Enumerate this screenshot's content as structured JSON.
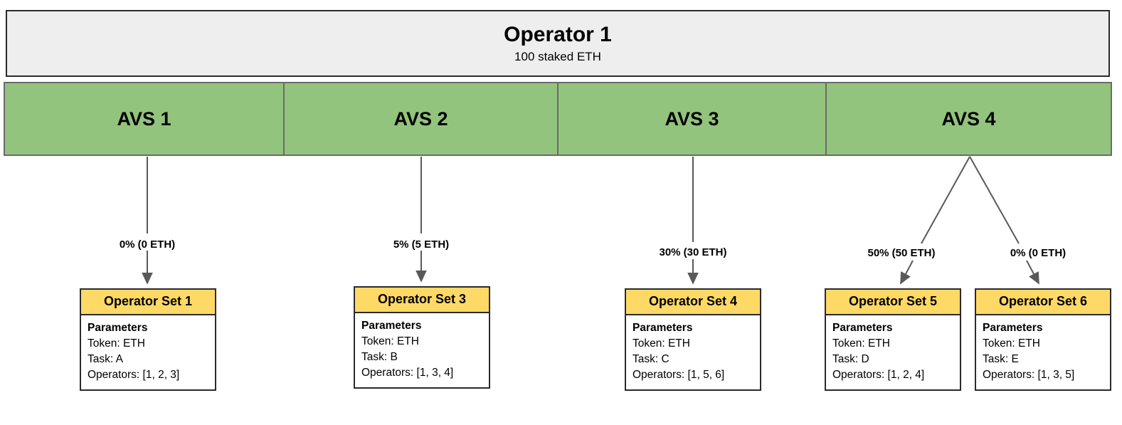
{
  "operator": {
    "title": "Operator 1",
    "subtitle": "100 staked ETH"
  },
  "avs": [
    {
      "label": "AVS 1"
    },
    {
      "label": "AVS 2"
    },
    {
      "label": "AVS 3"
    },
    {
      "label": "AVS 4"
    }
  ],
  "allocations": [
    {
      "label": "0% (0 ETH)",
      "percent": "0%",
      "eth": "0 ETH",
      "from": "AVS 1",
      "to": "Operator Set 1"
    },
    {
      "label": "5% (5 ETH)",
      "percent": "5%",
      "eth": "5 ETH",
      "from": "AVS 2",
      "to": "Operator Set 3"
    },
    {
      "label": "30% (30 ETH)",
      "percent": "30%",
      "eth": "30 ETH",
      "from": "AVS 3",
      "to": "Operator Set 4"
    },
    {
      "label": "50% (50 ETH)",
      "percent": "50%",
      "eth": "50 ETH",
      "from": "AVS 4",
      "to": "Operator Set 5"
    },
    {
      "label": "0% (0 ETH)",
      "percent": "0%",
      "eth": "0 ETH",
      "from": "AVS 4",
      "to": "Operator Set 6"
    }
  ],
  "operator_sets": [
    {
      "title": "Operator Set 1",
      "params_heading": "Parameters",
      "token": "Token: ETH",
      "task": "Task: A",
      "operators": "Operators: [1, 2, 3]"
    },
    {
      "title": "Operator Set 3",
      "params_heading": "Parameters",
      "token": "Token: ETH",
      "task": "Task: B",
      "operators": "Operators: [1, 3, 4]"
    },
    {
      "title": "Operator Set 4",
      "params_heading": "Parameters",
      "token": "Token: ETH",
      "task": "Task: C",
      "operators": "Operators: [1, 5, 6]"
    },
    {
      "title": "Operator Set 5",
      "params_heading": "Parameters",
      "token": "Token: ETH",
      "task": "Task: D",
      "operators": "Operators: [1, 2, 4]"
    },
    {
      "title": "Operator Set 6",
      "params_heading": "Parameters",
      "token": "Token: ETH",
      "task": "Task: E",
      "operators": "Operators: [1, 3, 5]"
    }
  ],
  "colors": {
    "avs_green": "#93c47d",
    "operator_gray": "#eeeeee",
    "opset_yellow": "#ffd966",
    "border_dark": "#2b2b2b",
    "border_gray": "#6b6b6b",
    "arrow": "#595959"
  }
}
